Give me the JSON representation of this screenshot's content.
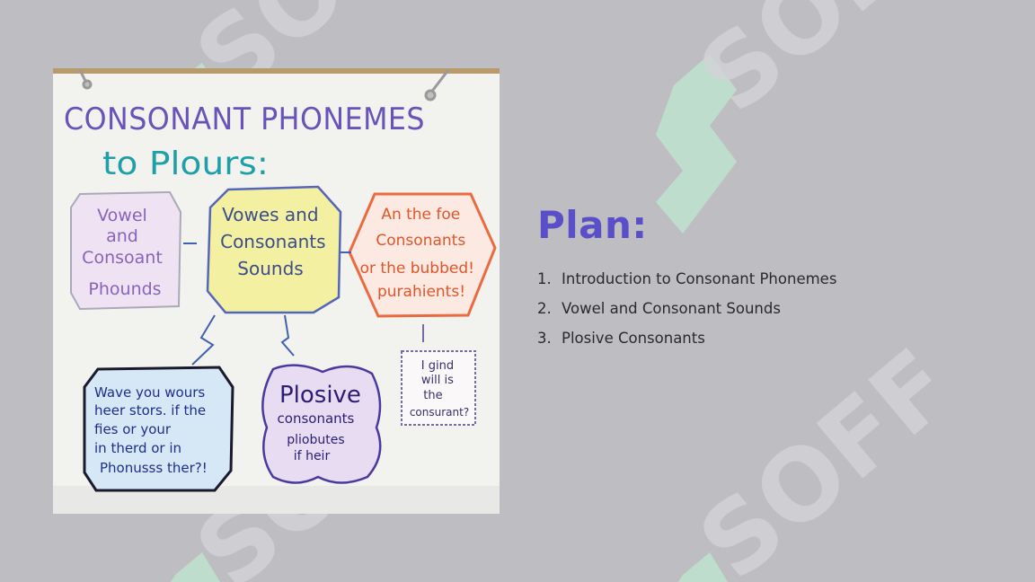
{
  "slide": {
    "title": "Plan:",
    "items": [
      {
        "number": "1.",
        "text": "Introduction to Consonant Phonemes"
      },
      {
        "number": "2.",
        "text": "Vowel and Consonant Sounds"
      },
      {
        "number": "3.",
        "text": "Plosive Consonants"
      }
    ]
  },
  "watermark": {
    "text": "SOFF"
  },
  "poster": {
    "heading_line1": "CONSONANT PHONEMES",
    "heading_line2": "to Plours:",
    "box1": [
      "Vowel",
      "and",
      "Consoant",
      "Phounds"
    ],
    "box2": [
      "Vowes and",
      "Consonants",
      "Sounds"
    ],
    "box3": [
      "An the foe",
      "Consonants",
      "or the bubbed!",
      "purahients!"
    ],
    "box4": [
      "Wave you wours",
      "heer stors. if the",
      "fies or your",
      "in therd or in",
      "Phonusss ther?!"
    ],
    "box5": [
      "Plosive",
      "consonants",
      "pliobutes",
      "if heir"
    ],
    "box6": [
      "I gind",
      "will is",
      "the",
      "consurant?"
    ]
  },
  "colors": {
    "background": "#bebdc2",
    "title": "#5a4fc9",
    "text": "#2a2a2a",
    "watermark_green": "#bfe3cf",
    "watermark_white": "#d4d3d7"
  }
}
